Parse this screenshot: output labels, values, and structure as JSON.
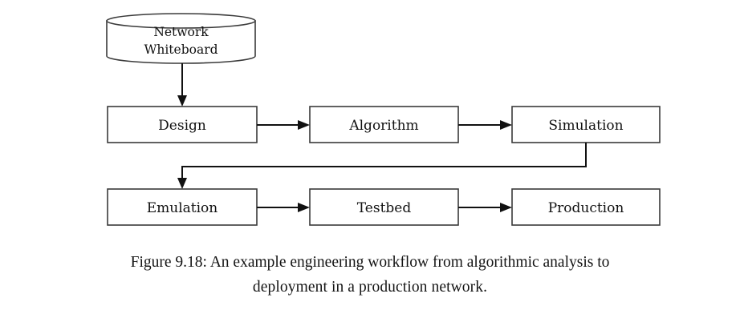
{
  "figure": {
    "caption_line_1": "Figure 9.18: An example engineering workflow from algorithmic analysis to",
    "caption_line_2": "deployment in a production network.",
    "caption_full": "Figure 9.18: An example engineering workflow from algorithmic analysis to deployment in a production network.",
    "figure_number": "9.18"
  },
  "diagram": {
    "type": "flowchart",
    "orientation": "left-to-right, two rows",
    "colors": {
      "shape_fill": "#ffffff",
      "shape_stroke": "#3a3a3a",
      "edge": "#111111",
      "text": "#111111",
      "background": "#ffffff"
    },
    "datastore": {
      "id": "network-whiteboard",
      "shape": "cylinder",
      "label_line_1": "Network",
      "label_line_2": "Whiteboard",
      "label": "Network Whiteboard"
    },
    "row_1": [
      {
        "id": "design",
        "label": "Design"
      },
      {
        "id": "algorithm",
        "label": "Algorithm"
      },
      {
        "id": "simulation",
        "label": "Simulation"
      }
    ],
    "row_2": [
      {
        "id": "emulation",
        "label": "Emulation"
      },
      {
        "id": "testbed",
        "label": "Testbed"
      },
      {
        "id": "production",
        "label": "Production"
      }
    ],
    "edges": [
      {
        "id": "edge-whiteboard-design",
        "from": "network-whiteboard",
        "to": "design",
        "style": "straight-down"
      },
      {
        "id": "edge-design-algorithm",
        "from": "design",
        "to": "algorithm",
        "style": "straight-right"
      },
      {
        "id": "edge-algorithm-simulation",
        "from": "algorithm",
        "to": "simulation",
        "style": "straight-right"
      },
      {
        "id": "edge-simulation-emulation",
        "from": "simulation",
        "to": "emulation",
        "style": "elbow-down-left-down"
      },
      {
        "id": "edge-emulation-testbed",
        "from": "emulation",
        "to": "testbed",
        "style": "straight-right"
      },
      {
        "id": "edge-testbed-production",
        "from": "testbed",
        "to": "production",
        "style": "straight-right"
      }
    ]
  }
}
